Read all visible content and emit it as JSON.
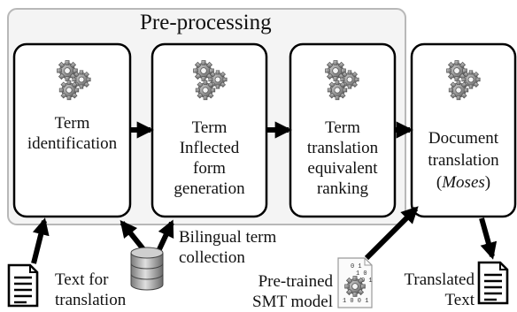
{
  "preprocessing": {
    "title": "Pre-processing"
  },
  "steps": [
    {
      "line1": "Term",
      "line2": "identification",
      "line3": "",
      "line4": ""
    },
    {
      "line1": "Term",
      "line2": "Inflected",
      "line3": "form",
      "line4": "generation"
    },
    {
      "line1": "Term",
      "line2": "translation",
      "line3": "equivalent",
      "line4": "ranking"
    }
  ],
  "document_translation": {
    "line1": "Document",
    "line2": "translation",
    "line3": "Moses"
  },
  "inputs": {
    "text_for_translation": {
      "line1": "Text for",
      "line2": "translation"
    },
    "bilingual_term_collection": {
      "line1": "Bilingual term",
      "line2": "collection"
    },
    "smt_model": {
      "line1": "Pre-trained",
      "line2": "SMT model",
      "binary": [
        "0 1",
        "1 0",
        "0 1",
        "1 0 0 1"
      ]
    }
  },
  "output": {
    "line1": "Translated",
    "line2": "Text"
  },
  "icons": {
    "process": "gears-icon",
    "database": "database-icon",
    "document": "document-icon",
    "model": "smt-model-icon"
  },
  "colors": {
    "box_border": "#000000",
    "panel_border": "#b8b8b8",
    "panel_fill": "#f4f4f4",
    "arrow": "#000000"
  }
}
